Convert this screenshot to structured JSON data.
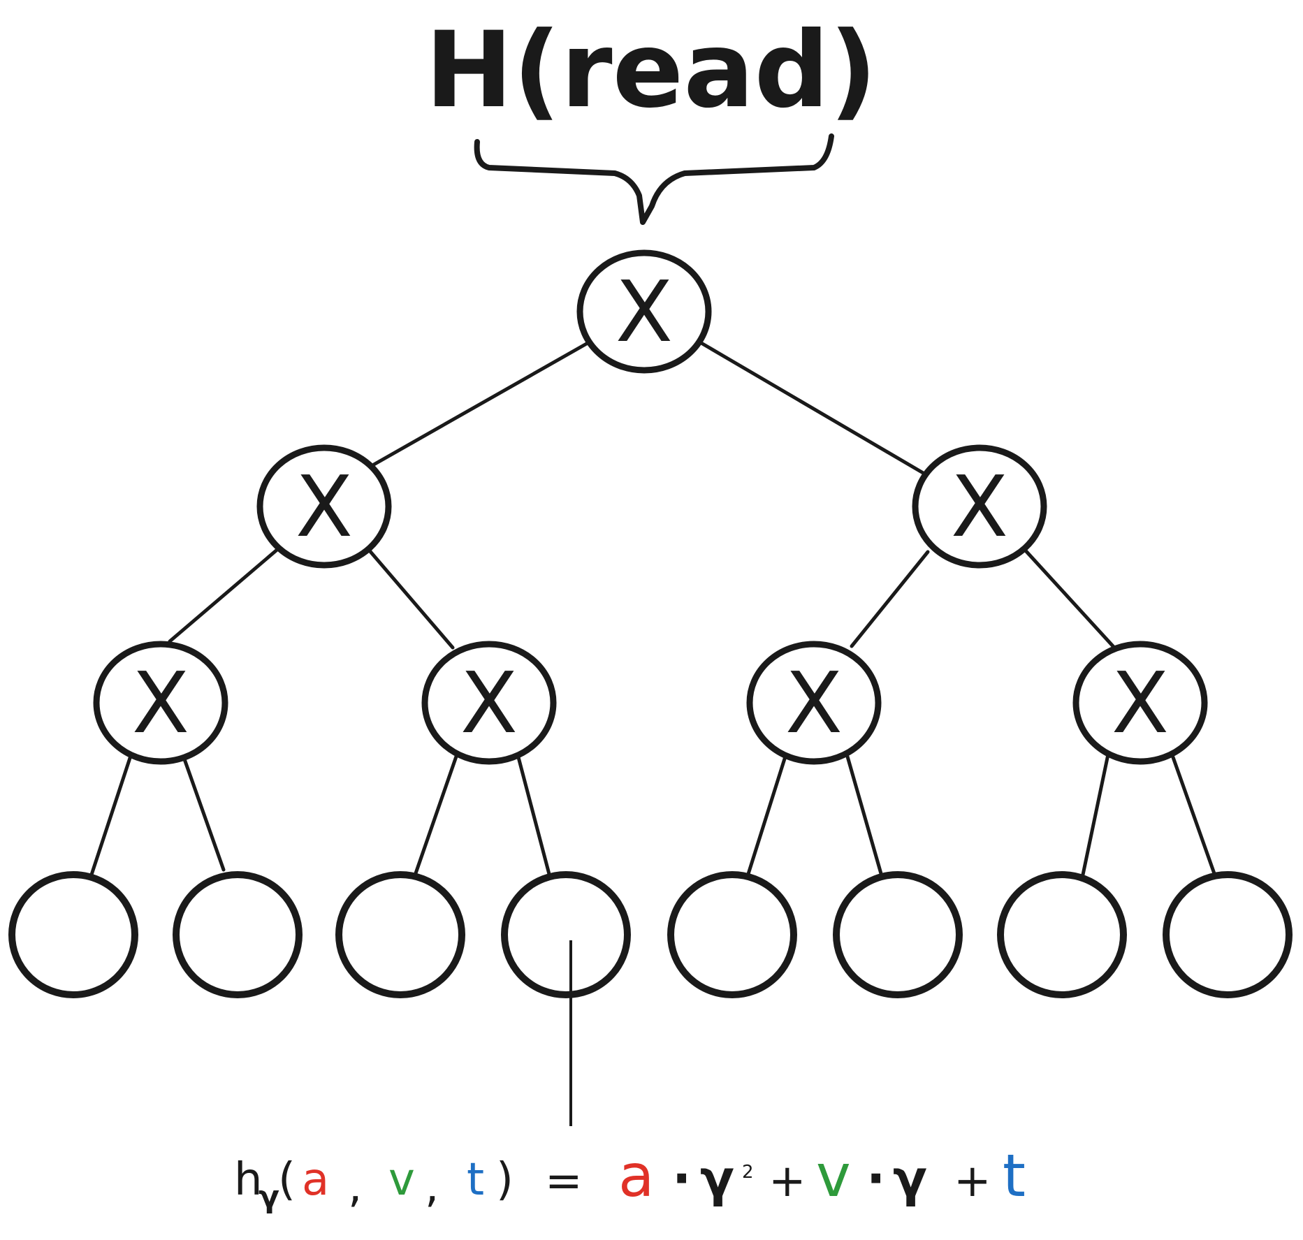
{
  "title": "H(read)",
  "node_label": "X",
  "formula": {
    "lhs_fn": "h",
    "lhs_sub": "γ",
    "open_paren": "(",
    "arg_a": "a",
    "comma1": ",",
    "arg_v": "v",
    "comma2": ",",
    "arg_t": "t",
    "close_paren": ")",
    "equals": "=",
    "rhs_a": "a",
    "dot1": "·",
    "gamma1": "γ",
    "exp2": "2",
    "plus1": "+",
    "rhs_v": "v",
    "dot2": "·",
    "gamma2": "γ",
    "plus2": "+",
    "rhs_t": "t"
  },
  "colors": {
    "ink": "#1a1a1a",
    "a": "#e03127",
    "v": "#2e9a3b",
    "t": "#1e6fc4"
  },
  "tree": {
    "internal_node_count": 7,
    "leaf_count": 8
  }
}
